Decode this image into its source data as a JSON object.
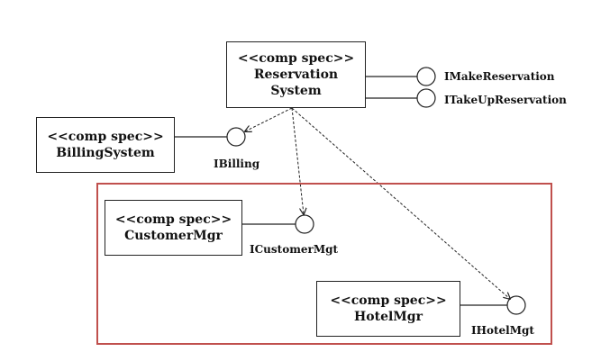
{
  "colors": {
    "line": "#222222",
    "region_border": "#c0504d",
    "background": "#ffffff"
  },
  "components": {
    "reservation": {
      "stereotype": "<<comp spec>>",
      "name_line1": "Reservation",
      "name_line2": "System"
    },
    "billing": {
      "stereotype": "<<comp spec>>",
      "name": "BillingSystem"
    },
    "customer": {
      "stereotype": "<<comp spec>>",
      "name": "CustomerMgr"
    },
    "hotel": {
      "stereotype": "<<comp spec>>",
      "name": "HotelMgr"
    }
  },
  "interfaces": {
    "make_reservation": "IMakeReservation",
    "take_up_reservation": "ITakeUpReservation",
    "billing": "IBilling",
    "customer": "ICustomerMgt",
    "hotel": "IHotelMgt"
  }
}
